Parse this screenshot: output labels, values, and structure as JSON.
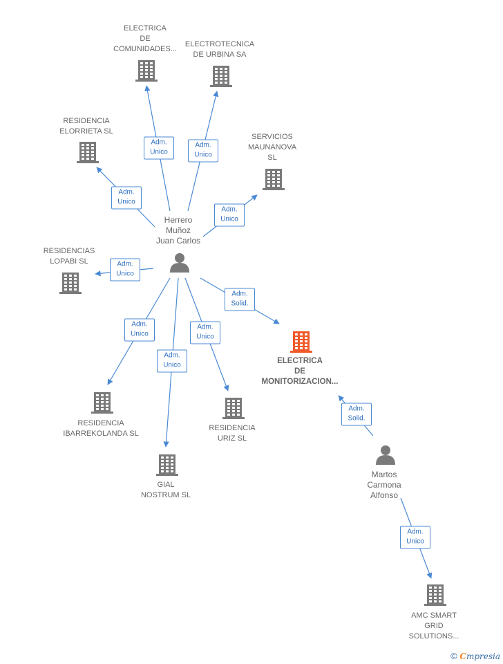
{
  "colors": {
    "edge": "#4a8ad4",
    "company": "#7a7a7a",
    "company_main": "#f05a2a",
    "person": "#7a7a7a",
    "label": "#666666"
  },
  "persons": [
    {
      "id": "herrero",
      "label": "Herrero\nMuñoz\nJuan Carlos",
      "icon": "person-icon"
    },
    {
      "id": "martos",
      "label": "Martos\nCarmona\nAlfonso",
      "icon": "person-icon"
    }
  ],
  "companies": [
    {
      "id": "comunidades",
      "label": "ELECTRICA\nDE\nCOMUNIDADES...",
      "icon": "building-icon"
    },
    {
      "id": "urbina",
      "label": "ELECTROTECNICA\nDE URBINA SA",
      "icon": "building-icon"
    },
    {
      "id": "elorrieta",
      "label": "RESIDENCIA\nELORRIETA  SL",
      "icon": "building-icon"
    },
    {
      "id": "maunanova",
      "label": "SERVICIOS\nMAUNANOVA\nSL",
      "icon": "building-icon"
    },
    {
      "id": "lopabi",
      "label": "RESIDENCIAS\nLOPABI  SL",
      "icon": "building-icon"
    },
    {
      "id": "monitorizacion",
      "label": "ELECTRICA\nDE\nMONITORIZACION...",
      "icon": "building-icon",
      "main": true
    },
    {
      "id": "ibarrekolanda",
      "label": "RESIDENCIA\nIBARREKOLANDA SL",
      "icon": "building-icon"
    },
    {
      "id": "uriz",
      "label": "RESIDENCIA\nURIZ  SL",
      "icon": "building-icon"
    },
    {
      "id": "gial",
      "label": "GIAL\nNOSTRUM  SL",
      "icon": "building-icon"
    },
    {
      "id": "amc",
      "label": "AMC SMART\nGRID\nSOLUTIONS...",
      "icon": "building-icon"
    }
  ],
  "relations": [
    {
      "from": "herrero",
      "to": "comunidades",
      "label": "Adm.\nUnico"
    },
    {
      "from": "herrero",
      "to": "urbina",
      "label": "Adm.\nUnico"
    },
    {
      "from": "herrero",
      "to": "elorrieta",
      "label": "Adm.\nUnico"
    },
    {
      "from": "herrero",
      "to": "maunanova",
      "label": "Adm.\nUnico"
    },
    {
      "from": "herrero",
      "to": "lopabi",
      "label": "Adm.\nUnico"
    },
    {
      "from": "herrero",
      "to": "monitorizacion",
      "label": "Adm.\nSolid."
    },
    {
      "from": "herrero",
      "to": "ibarrekolanda",
      "label": "Adm.\nUnico"
    },
    {
      "from": "herrero",
      "to": "gial",
      "label": "Adm.\nUnico"
    },
    {
      "from": "herrero",
      "to": "uriz",
      "label": "Adm.\nUnico"
    },
    {
      "from": "martos",
      "to": "monitorizacion",
      "label": "Adm.\nSolid."
    },
    {
      "from": "martos",
      "to": "amc",
      "label": "Adm.\nUnico"
    }
  ],
  "footer": {
    "copyright": "©",
    "brand_initial": "C",
    "brand_rest": "mpresia"
  }
}
